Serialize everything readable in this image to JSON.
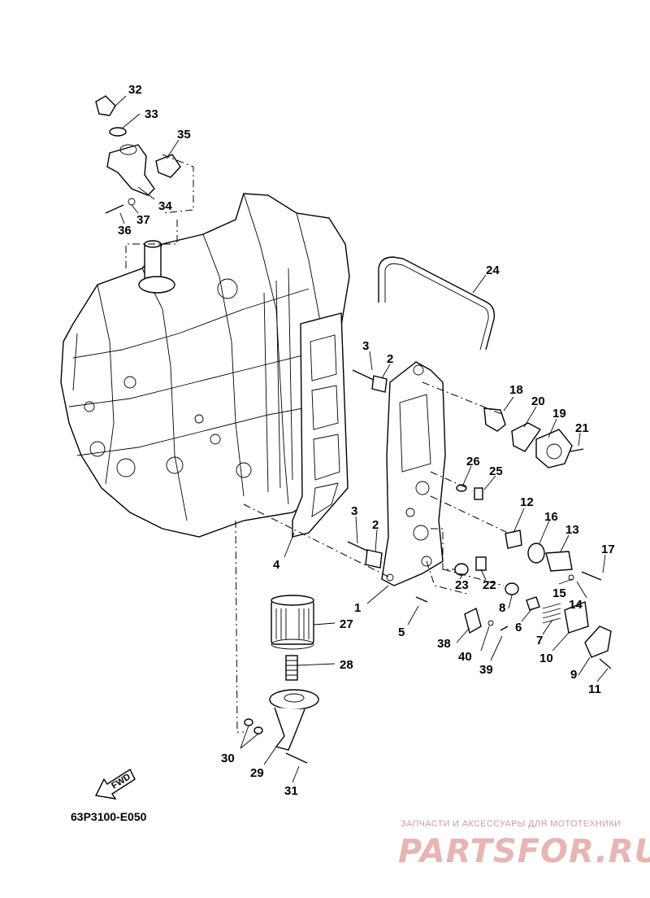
{
  "diagram": {
    "part_labels": [
      {
        "id": "1",
        "text": "1"
      },
      {
        "id": "2a",
        "text": "2"
      },
      {
        "id": "2b",
        "text": "2"
      },
      {
        "id": "3a",
        "text": "3"
      },
      {
        "id": "3b",
        "text": "3"
      },
      {
        "id": "4",
        "text": "4"
      },
      {
        "id": "5",
        "text": "5"
      },
      {
        "id": "6",
        "text": "6"
      },
      {
        "id": "7",
        "text": "7"
      },
      {
        "id": "8",
        "text": "8"
      },
      {
        "id": "9",
        "text": "9"
      },
      {
        "id": "10",
        "text": "10"
      },
      {
        "id": "11",
        "text": "11"
      },
      {
        "id": "12",
        "text": "12"
      },
      {
        "id": "13",
        "text": "13"
      },
      {
        "id": "14",
        "text": "14"
      },
      {
        "id": "15",
        "text": "15"
      },
      {
        "id": "16",
        "text": "16"
      },
      {
        "id": "17",
        "text": "17"
      },
      {
        "id": "18",
        "text": "18"
      },
      {
        "id": "19",
        "text": "19"
      },
      {
        "id": "20",
        "text": "20"
      },
      {
        "id": "21",
        "text": "21"
      },
      {
        "id": "22",
        "text": "22"
      },
      {
        "id": "23",
        "text": "23"
      },
      {
        "id": "24",
        "text": "24"
      },
      {
        "id": "25",
        "text": "25"
      },
      {
        "id": "26",
        "text": "26"
      },
      {
        "id": "27",
        "text": "27"
      },
      {
        "id": "28",
        "text": "28"
      },
      {
        "id": "29",
        "text": "29"
      },
      {
        "id": "30",
        "text": "30"
      },
      {
        "id": "31",
        "text": "31"
      },
      {
        "id": "32",
        "text": "32"
      },
      {
        "id": "33",
        "text": "33"
      },
      {
        "id": "34",
        "text": "34"
      },
      {
        "id": "35",
        "text": "35"
      },
      {
        "id": "36",
        "text": "36"
      },
      {
        "id": "37",
        "text": "37"
      },
      {
        "id": "38",
        "text": "38"
      },
      {
        "id": "39",
        "text": "39"
      },
      {
        "id": "40",
        "text": "40"
      }
    ],
    "fwd_label": "FWD",
    "diagram_code": "63P3100-E050"
  },
  "watermark": {
    "tagline": "ЗАПЧАСТИ И АКСЕССУАРЫ ДЛЯ МОТОТЕХНИКИ",
    "logo_text": "PARTSFOR.RU",
    "color": "#e8b4b4"
  }
}
